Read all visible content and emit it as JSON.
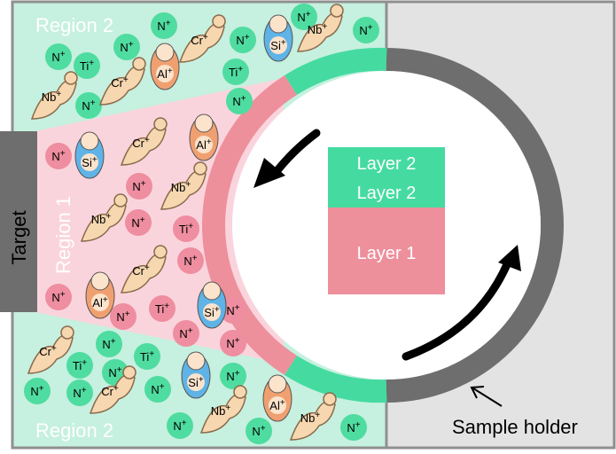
{
  "labels": {
    "region_top": "Region 2",
    "region_middle": "Region 1",
    "region_bottom": "Region 2",
    "target": "Target",
    "sample_holder": "Sample holder",
    "layer2_a": "Layer 2",
    "layer2_b": "Layer 2",
    "layer1": "Layer 1"
  },
  "colors": {
    "region2": "#c6f0df",
    "region1": "#fad4dc",
    "green_ion": "#4fdca0",
    "pink_ion": "#ee8ea0",
    "green_band": "#45dba0",
    "pink_band": "#ee8f9c",
    "holder_ring": "#6e6e6e",
    "target": "#6e6e6e",
    "holder_area": "#e3e3e3"
  },
  "ions": {
    "region_top": [
      {
        "el": "N",
        "charge": "+"
      },
      {
        "el": "N",
        "charge": "+"
      },
      {
        "el": "N",
        "charge": "+"
      },
      {
        "el": "N",
        "charge": "+"
      },
      {
        "el": "N",
        "charge": "+"
      },
      {
        "el": "N",
        "charge": "+"
      },
      {
        "el": "Ti",
        "charge": "+"
      },
      {
        "el": "Ti",
        "charge": "+"
      },
      {
        "el": "N",
        "charge": "+"
      },
      {
        "el": "N",
        "charge": "+"
      }
    ],
    "region_middle": [
      {
        "el": "N",
        "charge": "+"
      },
      {
        "el": "N",
        "charge": "+"
      },
      {
        "el": "N",
        "charge": "+"
      },
      {
        "el": "Ti",
        "charge": "+"
      },
      {
        "el": "N",
        "charge": "+"
      },
      {
        "el": "N",
        "charge": "+"
      },
      {
        "el": "N",
        "charge": "+"
      },
      {
        "el": "Ti",
        "charge": "+"
      },
      {
        "el": "N",
        "charge": "+"
      },
      {
        "el": "N",
        "charge": "+"
      },
      {
        "el": "N",
        "charge": "+"
      }
    ],
    "region_bottom": [
      {
        "el": "N",
        "charge": "+"
      },
      {
        "el": "Ti",
        "charge": "+"
      },
      {
        "el": "N",
        "charge": "+"
      },
      {
        "el": "Ti",
        "charge": "+"
      },
      {
        "el": "N",
        "charge": "+"
      },
      {
        "el": "N",
        "charge": "+"
      },
      {
        "el": "N",
        "charge": "+"
      },
      {
        "el": "N",
        "charge": "+"
      },
      {
        "el": "N",
        "charge": "+"
      },
      {
        "el": "N",
        "charge": "+"
      },
      {
        "el": "N",
        "charge": "+"
      }
    ]
  },
  "figures": {
    "region_top": [
      {
        "kind": "muscle",
        "el": "Cr",
        "charge": "+"
      },
      {
        "kind": "baby",
        "el": "Si",
        "charge": "+"
      },
      {
        "kind": "muscle",
        "el": "Nb",
        "charge": "+"
      },
      {
        "kind": "muscle",
        "el": "Cr",
        "charge": "+"
      },
      {
        "kind": "baby",
        "el": "Al",
        "charge": "+"
      },
      {
        "kind": "muscle",
        "el": "Nb",
        "charge": "+"
      }
    ],
    "region_middle": [
      {
        "kind": "muscle",
        "el": "Cr",
        "charge": "+"
      },
      {
        "kind": "baby",
        "el": "Al",
        "charge": "+"
      },
      {
        "kind": "baby",
        "el": "Si",
        "charge": "+"
      },
      {
        "kind": "muscle",
        "el": "Nb",
        "charge": "+"
      },
      {
        "kind": "muscle",
        "el": "Nb",
        "charge": "+"
      },
      {
        "kind": "muscle",
        "el": "Cr",
        "charge": "+"
      },
      {
        "kind": "baby",
        "el": "Al",
        "charge": "+"
      },
      {
        "kind": "baby",
        "el": "Si",
        "charge": "+"
      }
    ],
    "region_bottom": [
      {
        "kind": "muscle",
        "el": "Cr",
        "charge": "+"
      },
      {
        "kind": "muscle",
        "el": "Cr",
        "charge": "+"
      },
      {
        "kind": "baby",
        "el": "Si",
        "charge": "+"
      },
      {
        "kind": "muscle",
        "el": "Nb",
        "charge": "+"
      },
      {
        "kind": "baby",
        "el": "Al",
        "charge": "+"
      },
      {
        "kind": "muscle",
        "el": "Nb",
        "charge": "+"
      }
    ]
  }
}
